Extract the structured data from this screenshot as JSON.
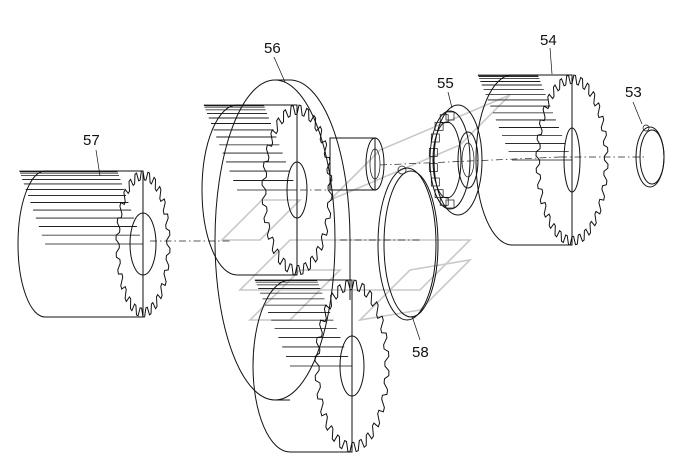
{
  "diagram": {
    "parts": [
      {
        "id": "gear-57",
        "label": "57",
        "teeth": 26
      },
      {
        "id": "planet-carrier-56",
        "label": "56",
        "teeth": 28
      },
      {
        "id": "bearing-55",
        "label": "55"
      },
      {
        "id": "gear-54",
        "label": "54",
        "teeth": 32
      },
      {
        "id": "snap-ring-53",
        "label": "53"
      },
      {
        "id": "ring-58",
        "label": "58"
      }
    ]
  }
}
